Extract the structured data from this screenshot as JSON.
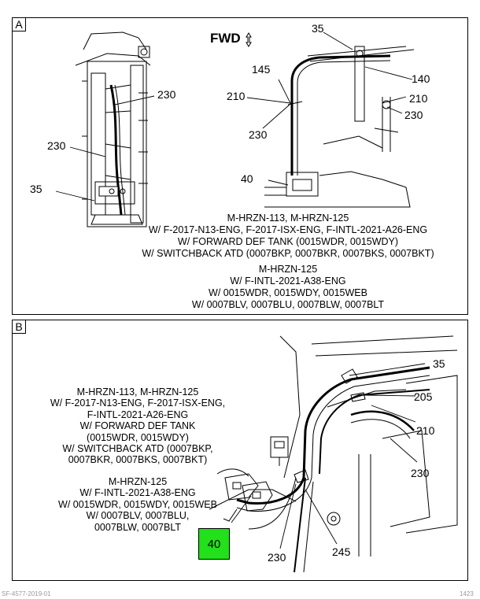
{
  "panel_a": {
    "letter": "A",
    "fwd": "FWD",
    "callouts": [
      "35",
      "145",
      "140",
      "210",
      "210",
      "230",
      "230",
      "230",
      "230",
      "35",
      "40"
    ],
    "caption_1": [
      "M-HRZN-113, M-HRZN-125",
      "W/ F-2017-N13-ENG, F-2017-ISX-ENG, F-INTL-2021-A26-ENG",
      "W/ FORWARD DEF TANK (0015WDR, 0015WDY)",
      "W/ SWITCHBACK ATD (0007BKP, 0007BKR, 0007BKS, 0007BKT)"
    ],
    "caption_2": [
      "M-HRZN-125",
      "W/ F-INTL-2021-A38-ENG",
      "W/ 0015WDR, 0015WDY, 0015WEB",
      "W/ 0007BLV, 0007BLU, 0007BLW, 0007BLT"
    ]
  },
  "panel_b": {
    "letter": "B",
    "callouts": [
      "35",
      "205",
      "210",
      "230",
      "230",
      "245"
    ],
    "highlight_label": "40",
    "highlight_color": "#22e01a",
    "caption_1": [
      "M-HRZN-113, M-HRZN-125",
      "W/ F-2017-N13-ENG, F-2017-ISX-ENG,",
      "F-INTL-2021-A26-ENG",
      "W/ FORWARD DEF TANK",
      "(0015WDR, 0015WDY)",
      "W/ SWITCHBACK ATD (0007BKP,",
      "0007BKR, 0007BKS, 0007BKT)"
    ],
    "caption_2": [
      "M-HRZN-125",
      "W/ F-INTL-2021-A38-ENG",
      "W/ 0015WDR, 0015WDY, 0015WEB",
      "W/ 0007BLV, 0007BLU,",
      "0007BLW, 0007BLT"
    ]
  },
  "footer": {
    "left": "SF-4577-2019-01",
    "right": "1423"
  }
}
